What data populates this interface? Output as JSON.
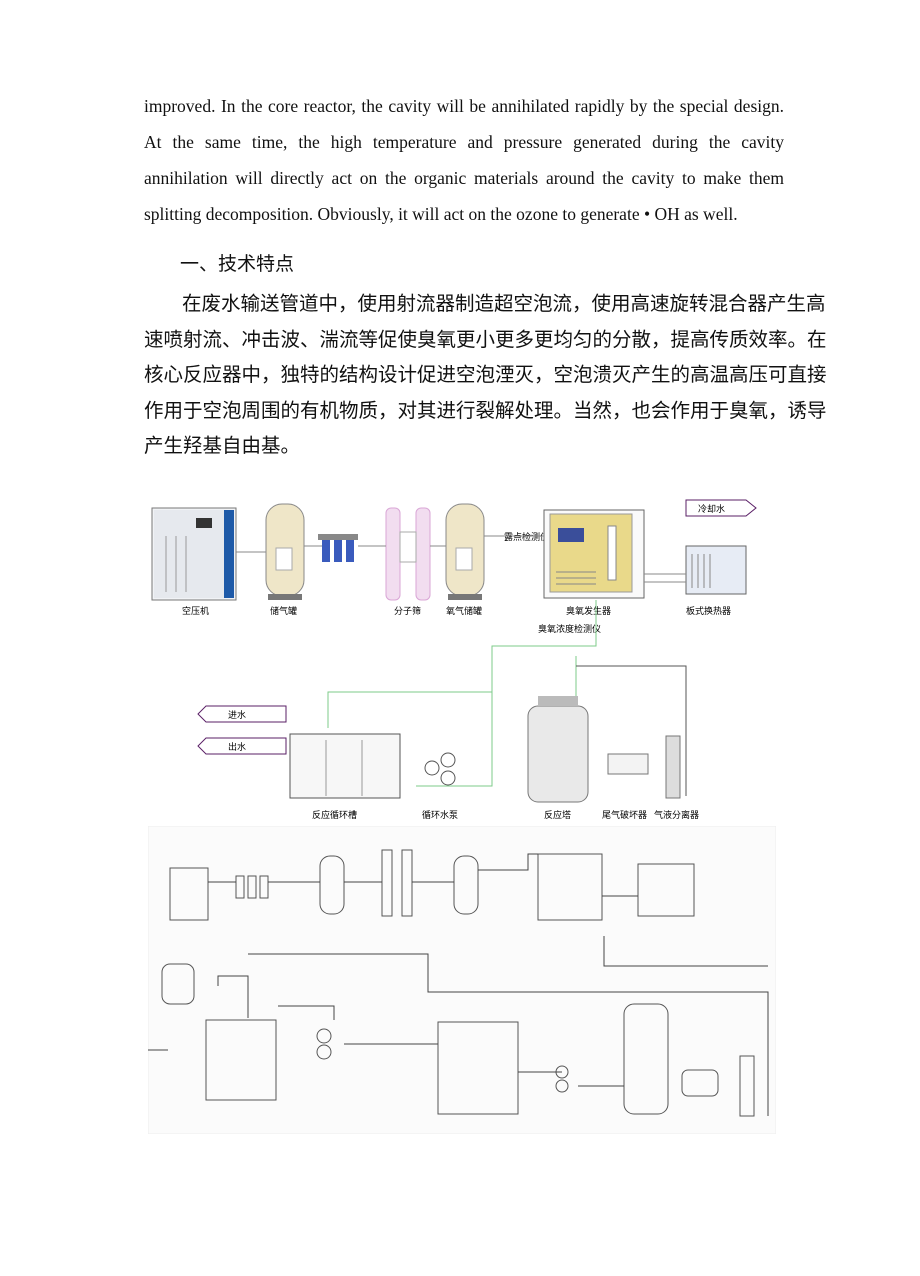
{
  "english_paragraph": {
    "lines": [
      "improved. In the core reactor, the cavity will be annihilated rapidly by the special design.",
      "At the same time, the high temperature and pressure generated during the cavity",
      "annihilation will directly act on the organic materials around the cavity to make them",
      "splitting decomposition. Obviously, it will act on the ozone to generate • OH as well."
    ]
  },
  "section": {
    "heading": "一、技术特点",
    "lines": [
      "在废水输送管道中，使用射流器制造超空泡流，使用高速旋转混合器产生高",
      "速喷射流、冲击波、湍流等促使臭氧更小更多更均匀的分散，提高传质效率。在",
      "核心反应器中，独特的结构设计促进空泡湮灭，空泡溃灭产生的高温高压可直接",
      "作用于空泡周围的有机物质，对其进行裂解处理。当然，也会作用于臭氧，诱导",
      "产生羟基自由基。"
    ]
  },
  "diagram_top": {
    "labels": {
      "air_compressor": "空压机",
      "gas_tank": "储气罐",
      "molecular_sieve": "分子筛",
      "oxygen_tank": "氧气储罐",
      "dew_point": "露点检测仪",
      "ozone_generator": "臭氧发生器",
      "cooling_water": "冷却水",
      "plate_exchanger": "板式换热器",
      "ozone_monitor": "臭氧浓度检测仪",
      "water_in": "进水",
      "water_out": "出水",
      "reaction_tank": "反应循环槽",
      "circulation_pump": "循环水泵",
      "reactor_tower": "反应塔",
      "tail_gas_destructor": "尾气破坏器",
      "gas_liquid_separator": "气液分离器"
    }
  },
  "colors": {
    "pipe_green": "#7ecb8a",
    "pipe_gray": "#8a8a8a",
    "tank_cream": "#efe6c8",
    "sieve_pink": "#d9a6d6",
    "filter_blue": "#3a5bbd",
    "compressor_blue": "#1e5aa8",
    "generator_yellow": "#e9d98a",
    "arrow_purple": "#5a1f66"
  }
}
